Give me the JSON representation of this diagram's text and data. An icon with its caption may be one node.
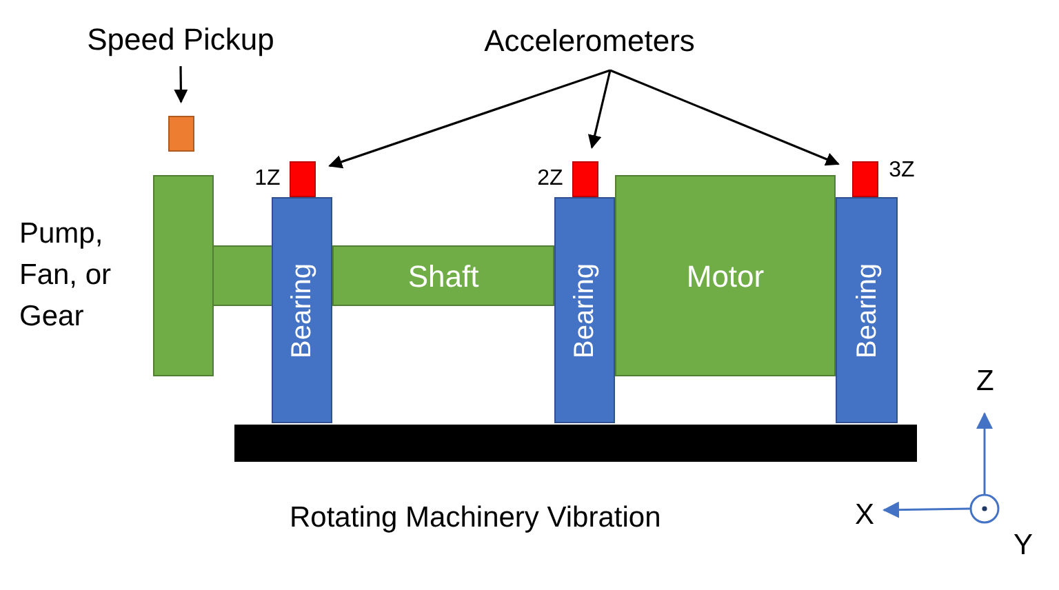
{
  "diagram": {
    "caption": "Rotating Machinery Vibration",
    "nodes": [
      {
        "text": [
          "Speed Pickup"
        ]
      },
      {
        "text": [
          "Accelerometers"
        ]
      },
      {
        "text": [],
        "shape": "box"
      },
      {
        "text": [],
        "shape": "box",
        "beside": [
          "1Z"
        ]
      },
      {
        "text": [],
        "shape": "box",
        "beside": [
          "2Z"
        ]
      },
      {
        "text": [],
        "shape": "box",
        "beside": [
          "3Z"
        ]
      },
      {
        "text": [],
        "shape": "box",
        "beside": [
          "Pump, Fan, or Gear"
        ]
      },
      {
        "text": [
          "Shaft"
        ]
      },
      {
        "text": [
          "Bearing"
        ]
      },
      {
        "text": [
          "Bearing"
        ]
      },
      {
        "text": [
          "Motor"
        ]
      },
      {
        "text": [
          "Bearing"
        ]
      },
      {
        "text": [],
        "shape": "bar"
      }
    ],
    "edges": [
      {
        "from": 0,
        "to": 2,
        "arrow": "to"
      },
      {
        "from": 1,
        "to": 3,
        "arrow": "to"
      },
      {
        "from": 1,
        "to": 4,
        "arrow": "to"
      },
      {
        "from": 1,
        "to": 5,
        "arrow": "to"
      }
    ],
    "labels": [
      "Z",
      "X",
      "Y"
    ]
  }
}
